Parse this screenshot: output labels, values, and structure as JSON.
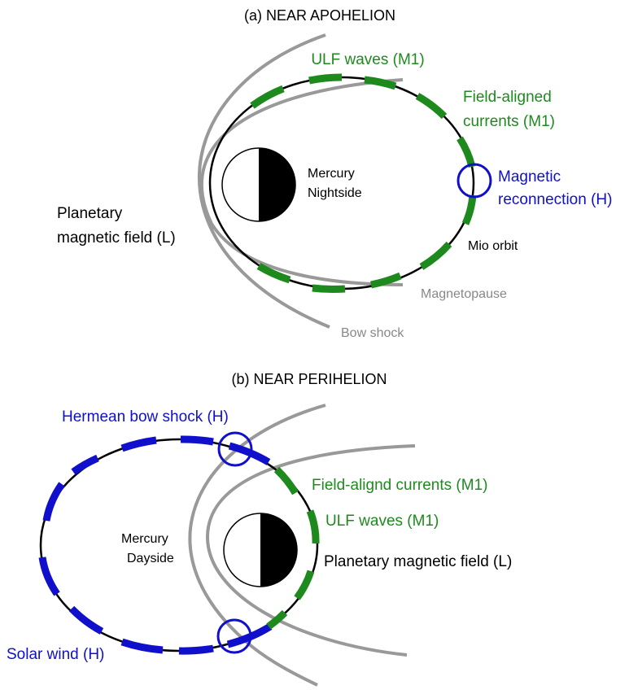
{
  "panel_a": {
    "title": "(a) NEAR APOHELION",
    "labels": {
      "ulf_waves": "ULF waves (M1)",
      "fac_line1": "Field-aligned",
      "fac_line2": "currents (M1)",
      "reconnection_line1": "Magnetic",
      "reconnection_line2": "reconnection (H)",
      "planet_line1": "Mercury",
      "planet_line2": "Nightside",
      "field_line1": "Planetary",
      "field_line2": "magnetic field (L)",
      "orbit": "Mio orbit",
      "magnetopause": "Magnetopause",
      "bow_shock": "Bow shock"
    }
  },
  "panel_b": {
    "title": "(b) NEAR PERIHELION",
    "labels": {
      "bow_shock_crossing": "Hermean bow shock (H)",
      "fac": "Field-alignd currents (M1)",
      "ulf_waves": "ULF waves (M1)",
      "planet_line1": "Mercury",
      "planet_line2": "Dayside",
      "field": "Planetary magnetic field (L)",
      "solar_wind": "Solar wind (H)"
    }
  },
  "colors": {
    "green": "#1e8a1e",
    "blue": "#1010cc",
    "gray": "#999999",
    "black": "#000000"
  }
}
